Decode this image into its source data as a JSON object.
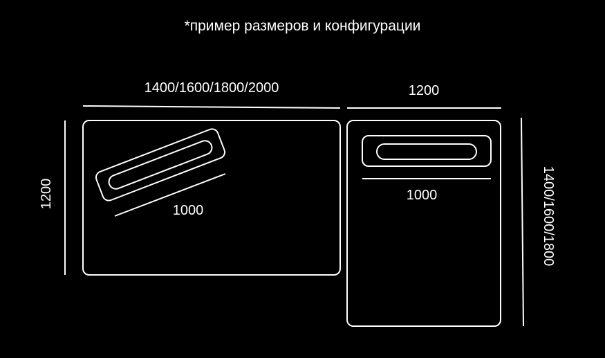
{
  "caption": "*пример размеров и конфигурации",
  "left_panel": {
    "width_label": "1400/1600/1800/2000",
    "height_label": "1200",
    "lamp_label": "1000"
  },
  "right_panel": {
    "width_label": "1200",
    "height_label": "1400/1600/1800",
    "lamp_label": "1000"
  },
  "colors": {
    "background": "#000000",
    "stroke": "#ffffff"
  }
}
